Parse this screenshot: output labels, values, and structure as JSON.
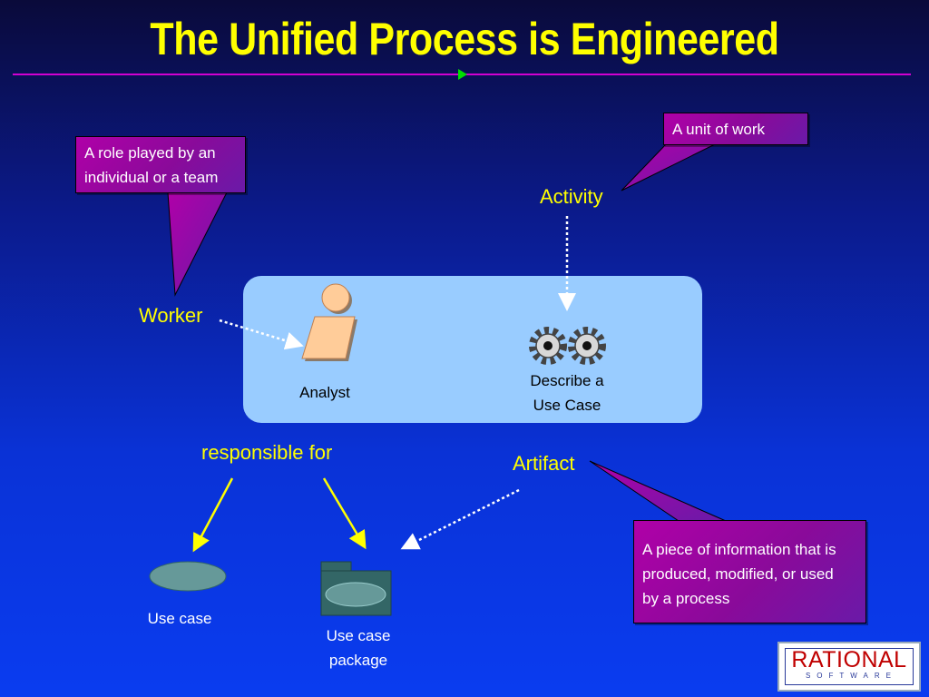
{
  "slide": {
    "title": "The Unified Process is Engineered"
  },
  "callouts": {
    "role": {
      "line1": "A role played by an",
      "line2": "individual or a team"
    },
    "unit": {
      "line1": "A unit of work"
    },
    "artifact": {
      "line1": "A piece of information that is",
      "line2": "produced, modified, or used",
      "line3": "by a process"
    }
  },
  "labels": {
    "worker": "Worker",
    "activity": "Activity",
    "responsible_for": "responsible for",
    "artifact": "Artifact",
    "analyst": "Analyst",
    "describe_line1": "Describe a",
    "describe_line2": "Use Case",
    "use_case": "Use case",
    "use_case_package_line1": "Use case",
    "use_case_package_line2": "package"
  },
  "logo": {
    "word": "RATIONAL",
    "sub": "SOFTWARE"
  },
  "colors": {
    "title": "#ffff00",
    "label": "#ffff00",
    "callout": "#9a0aa8",
    "panel": "#99ccff",
    "rule": "#d100d1",
    "arrow_marker": "#00e000"
  }
}
